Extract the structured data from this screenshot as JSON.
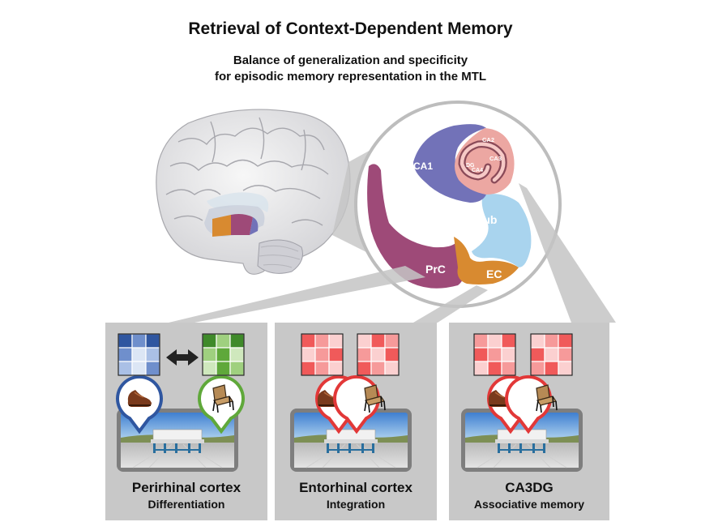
{
  "title": "Retrieval of Context-Dependent Memory",
  "subtitle_line1": "Balance of generalization and specificity",
  "subtitle_line2": "for episodic memory representation in the MTL",
  "regions": {
    "ca1": "CA1",
    "ca2": "CA2",
    "ca3": "CA3",
    "ca4": "CA4",
    "dg": "DG",
    "sub": "Sub",
    "prc": "PrC",
    "ec": "EC"
  },
  "panels": [
    {
      "name": "Perirhinal cortex",
      "function": "Differentiation"
    },
    {
      "name": "Entorhinal cortex",
      "function": "Integration"
    },
    {
      "name": "CA3DG",
      "function": "Associative memory"
    }
  ],
  "colors": {
    "ca1": "#7272b8",
    "ca_fields": "#e89a96",
    "sub": "#a9d4ee",
    "prc": "#9e4a78",
    "ec": "#d88a30",
    "panel_gray": "#c8c8c8",
    "pin_blue": "#2f56a0",
    "pin_green": "#5fa83a",
    "pin_red": "#e23838"
  },
  "icons": [
    "brain-icon",
    "shoe-icon",
    "chair-icon",
    "double-arrow-icon",
    "matrix-icon",
    "scene-icon"
  ]
}
